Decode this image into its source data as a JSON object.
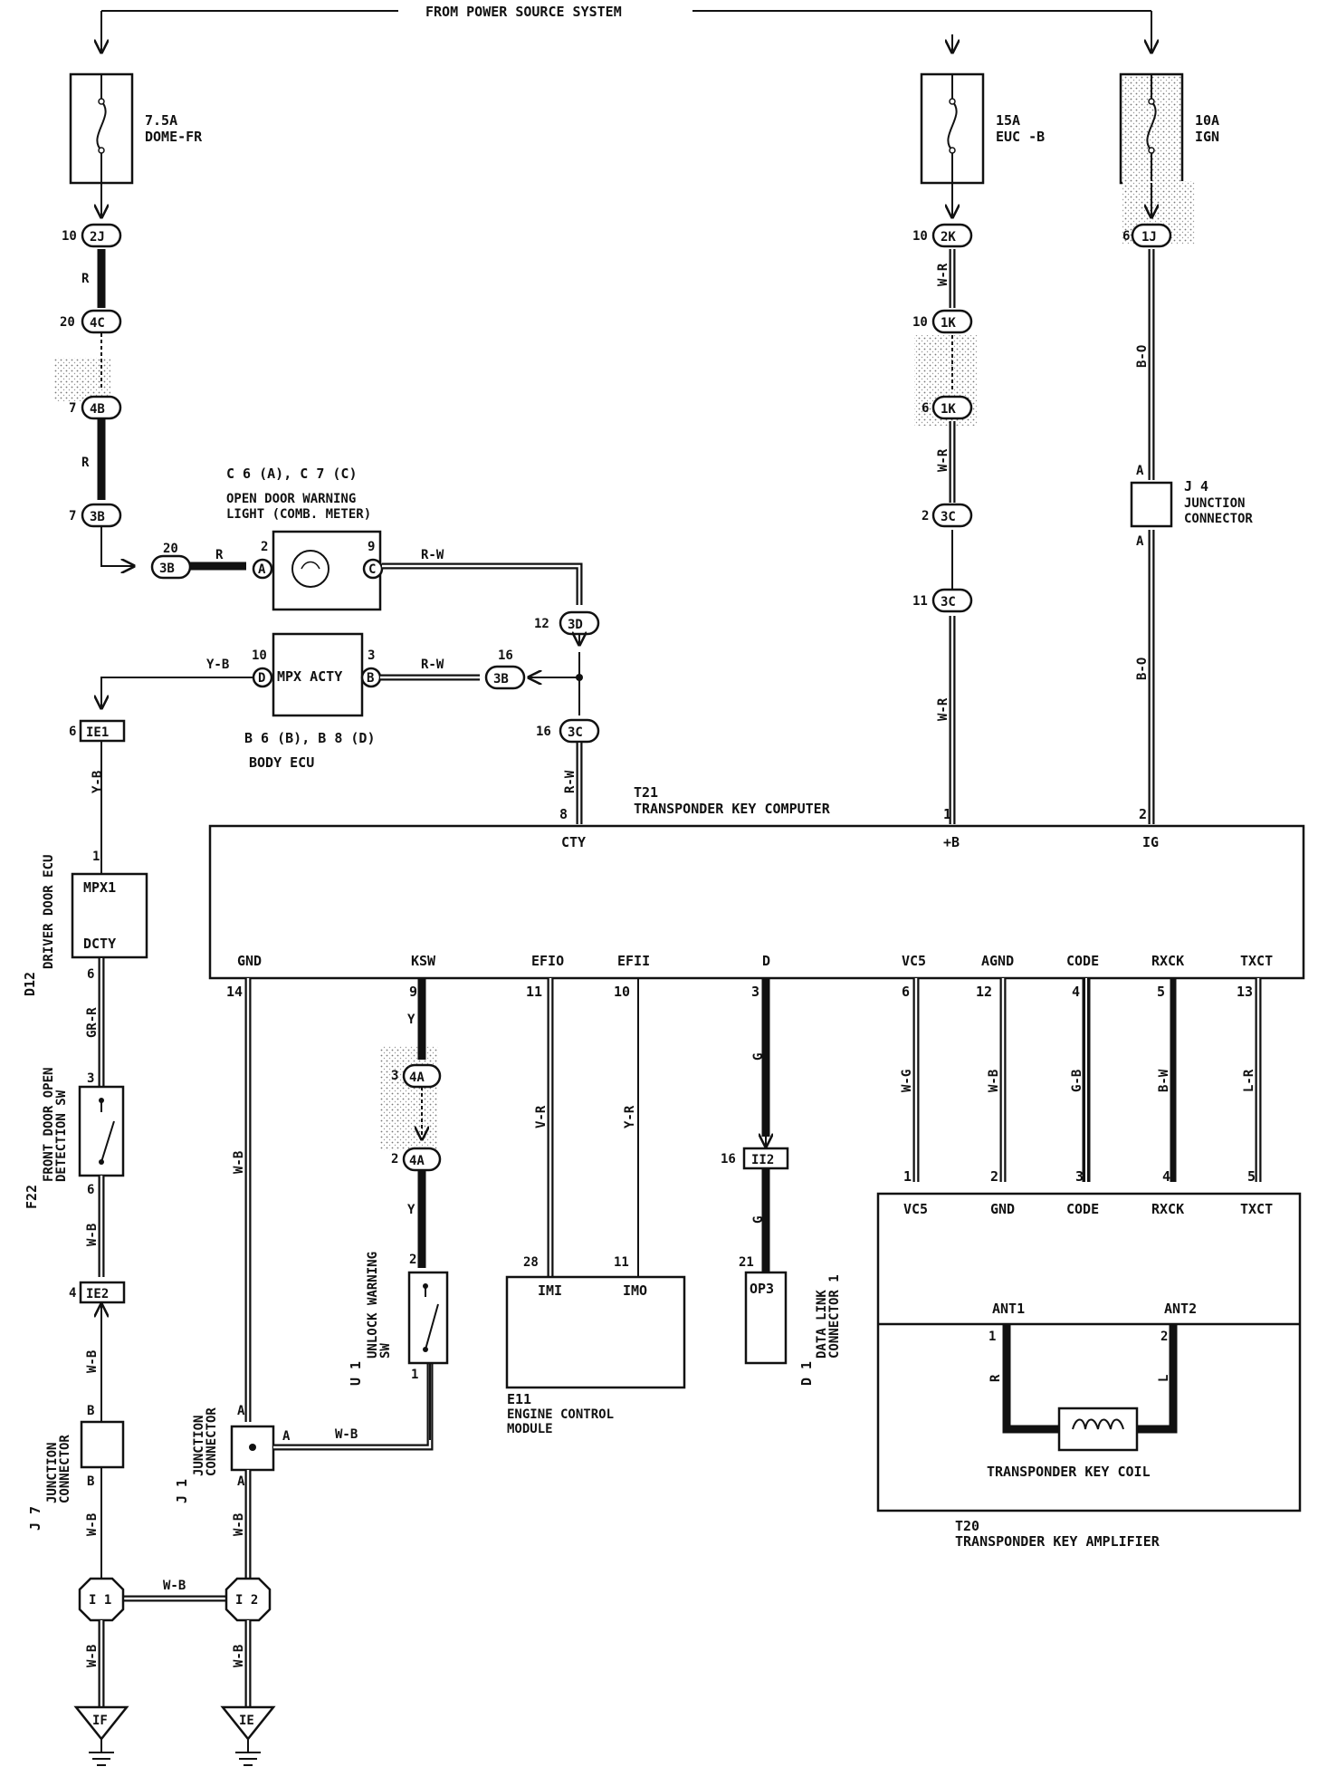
{
  "header": {
    "power_source": "FROM POWER SOURCE SYSTEM"
  },
  "fuses": {
    "dome": {
      "rating": "7.5A",
      "name": "DOME-FR"
    },
    "euc": {
      "rating": "15A",
      "name": "EUC -B"
    },
    "ign": {
      "rating": "10A",
      "name": "IGN"
    }
  },
  "connectors": {
    "c2J": {
      "pin": "10",
      "id": "2J"
    },
    "c4C": {
      "pin": "20",
      "id": "4C"
    },
    "c4B": {
      "pin": "7",
      "id": "4B"
    },
    "c3B_a": {
      "pin": "7",
      "id": "3B"
    },
    "c3B_b": {
      "pin": "20",
      "id": "3B"
    },
    "c2K": {
      "pin": "10",
      "id": "2K"
    },
    "c1K_a": {
      "pin": "10",
      "id": "1K"
    },
    "c1K_b": {
      "pin": "6",
      "id": "1K"
    },
    "c3C_a": {
      "pin": "2",
      "id": "3C"
    },
    "c3C_b": {
      "pin": "11",
      "id": "3C"
    },
    "c1J": {
      "pin": "6",
      "id": "1J"
    },
    "c3D": {
      "pin": "12",
      "id": "3D"
    },
    "c3B_c": {
      "pin": "16",
      "id": "3B"
    },
    "c3C_c": {
      "pin": "16",
      "id": "3C"
    },
    "c4A_a": {
      "pin": "3",
      "id": "4A"
    },
    "c4A_b": {
      "pin": "2",
      "id": "4A"
    },
    "cIE1": {
      "pin": "6",
      "id": "IE1"
    },
    "cIE2": {
      "pin": "4",
      "id": "IE2"
    },
    "cII2": {
      "pin": "16",
      "id": "II2"
    }
  },
  "wire_colors": {
    "dome_a": "R",
    "dome_b": "R",
    "r_to_light": "R",
    "light_out": "R-W",
    "mpx_out": "R-W",
    "euc_a": "W-R",
    "euc_b": "W-R",
    "euc_c": "W-R",
    "ign_a": "B-O",
    "ign_b": "B-O",
    "cty": "R-W",
    "yb_top": "Y-B",
    "yb_side": "Y-B",
    "gr_r": "GR-R",
    "wb_a": "W-B",
    "wb_b": "W-B",
    "wb_c": "W-B",
    "wb_gnd": "W-B",
    "wb_j1": "W-B",
    "wb_j1b": "W-B",
    "wb_i1i2": "W-B",
    "wb_if": "W-B",
    "wb_ie": "W-B",
    "ksw_a": "Y",
    "ksw_b": "Y",
    "efio": "V-R",
    "efii": "Y-R",
    "d_a": "G",
    "d_b": "G",
    "vc5": "W-G",
    "agnd": "W-B",
    "code": "G-B",
    "rxck": "B-W",
    "txct": "L-R",
    "ant1": "R",
    "ant2": "L"
  },
  "open_door_light": {
    "conns": "C 6 (A), C 7 (C)",
    "line1": "OPEN DOOR WARNING",
    "line2": "LIGHT (COMB. METER)",
    "pin_a": "2",
    "letter_a": "A",
    "pin_c": "9",
    "letter_c": "C"
  },
  "body_ecu": {
    "label": "MPX ACTY",
    "conns": "B 6 (B), B 8 (D)",
    "name": "BODY ECU",
    "pin_d": "10",
    "letter_d": "D",
    "pin_b": "3",
    "letter_b": "B"
  },
  "j4": {
    "id": "J 4",
    "line1": "JUNCTION",
    "line2": "CONNECTOR",
    "pin_top": "A",
    "pin_bot": "A"
  },
  "t21": {
    "id": "T21",
    "name": "TRANSPONDER KEY COMPUTER",
    "top_pins": [
      {
        "num": "8",
        "label": "CTY"
      },
      {
        "num": "1",
        "label": "+B"
      },
      {
        "num": "2",
        "label": "IG"
      }
    ],
    "bottom_pins": [
      {
        "num": "14",
        "label": "GND"
      },
      {
        "num": "9",
        "label": "KSW"
      },
      {
        "num": "11",
        "label": "EFIO"
      },
      {
        "num": "10",
        "label": "EFII"
      },
      {
        "num": "3",
        "label": "D"
      },
      {
        "num": "6",
        "label": "VC5"
      },
      {
        "num": "12",
        "label": "AGND"
      },
      {
        "num": "4",
        "label": "CODE"
      },
      {
        "num": "5",
        "label": "RXCK"
      },
      {
        "num": "13",
        "label": "TXCT"
      }
    ]
  },
  "d12": {
    "id": "D12",
    "name": "DRIVER DOOR ECU",
    "top": "MPX1",
    "bottom": "DCTY",
    "pin_top": "1",
    "pin_bot": "6"
  },
  "f22": {
    "id": "F22",
    "line1": "FRONT DOOR OPEN",
    "line2": "DETECTION SW",
    "pin_top": "3",
    "pin_bot": "6"
  },
  "j7": {
    "id": "J 7",
    "line1": "JUNCTION",
    "line2": "CONNECTOR",
    "pin_top": "B",
    "pin_bot": "B"
  },
  "j1": {
    "id": "J 1",
    "line1": "JUNCTION",
    "line2": "CONNECTOR",
    "pin_top": "A",
    "pin_right": "A",
    "pin_bot": "A"
  },
  "u1": {
    "id": "U 1",
    "line1": "UNLOCK WARNING",
    "line2": "SW",
    "pin_top": "2",
    "pin_bot": "1"
  },
  "e11": {
    "id": "E11",
    "line1": "ENGINE CONTROL",
    "line2": "MODULE",
    "pin_a": "28",
    "label_a": "IMI",
    "pin_b": "11",
    "label_b": "IMO"
  },
  "d1": {
    "id": "D 1",
    "line1": "DATA LINK",
    "line2": "CONNECTOR 1",
    "pin": "21",
    "label": "OP3"
  },
  "t20": {
    "id": "T20",
    "name": "TRANSPONDER KEY AMPLIFIER",
    "pins": [
      {
        "num": "1",
        "label": "VC5"
      },
      {
        "num": "2",
        "label": "GND"
      },
      {
        "num": "3",
        "label": "CODE"
      },
      {
        "num": "4",
        "label": "RXCK"
      },
      {
        "num": "5",
        "label": "TXCT"
      }
    ],
    "ant1": "ANT1",
    "ant2": "ANT2",
    "ant1_pin": "1",
    "ant2_pin": "2",
    "coil": "TRANSPONDER KEY COIL"
  },
  "splices": {
    "i1": "I 1",
    "i2": "I 2"
  },
  "grounds": {
    "if": "IF",
    "ie": "IE"
  }
}
